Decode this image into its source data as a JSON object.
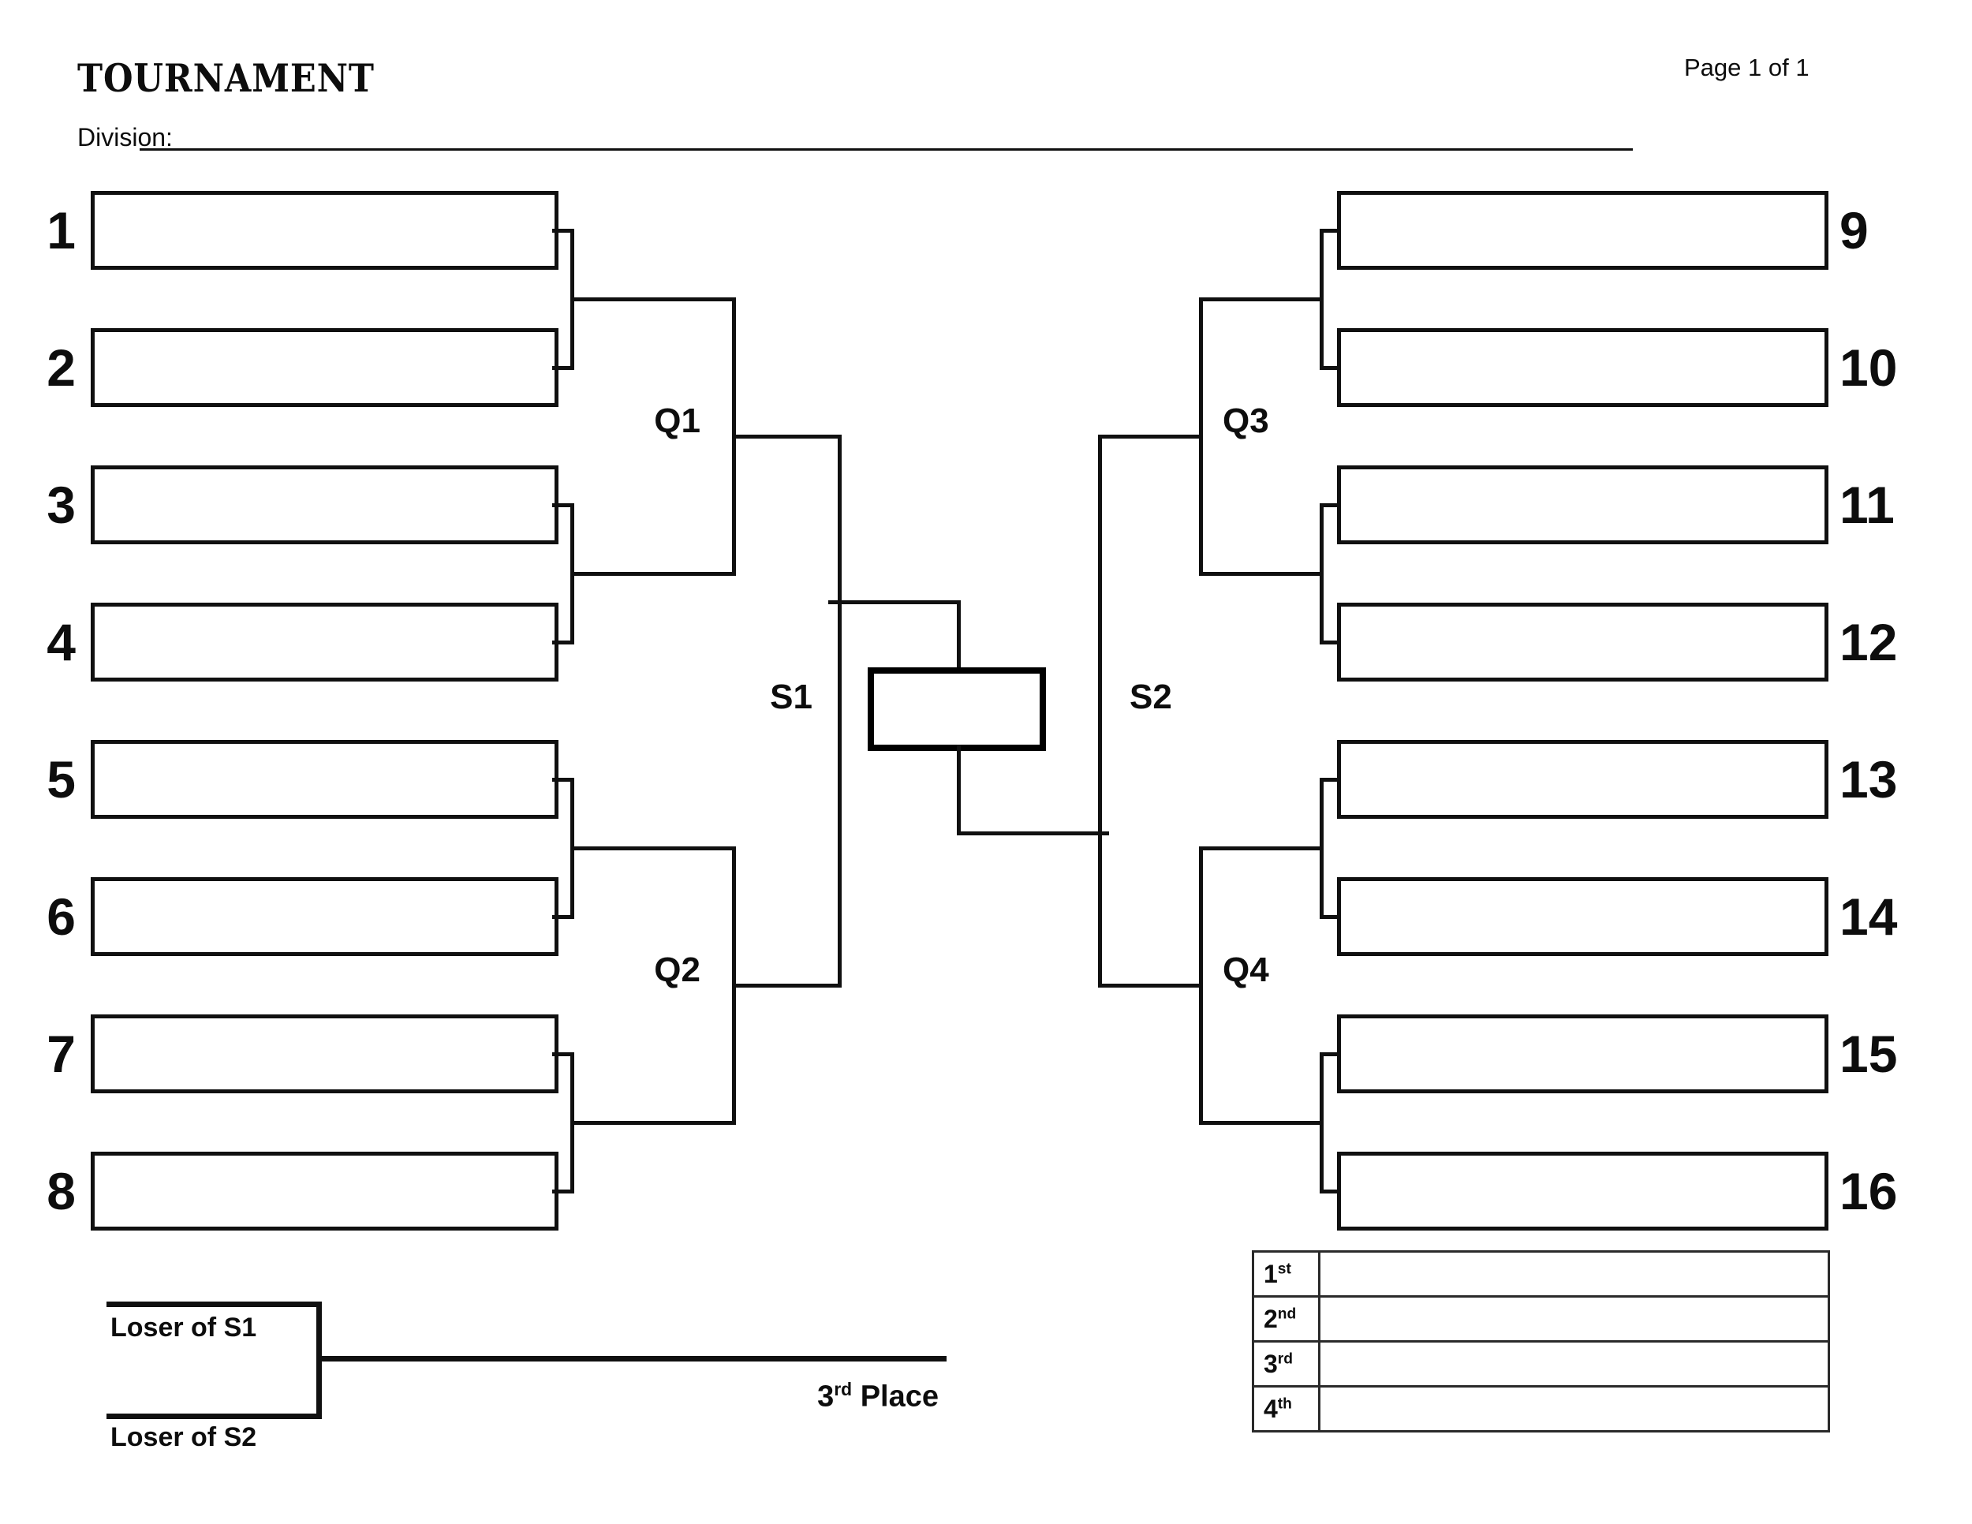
{
  "header": {
    "title": "TOURNAMENT",
    "page": "Page 1 of 1",
    "division_label": "Division:"
  },
  "labels": {
    "q1": "Q1",
    "q2": "Q2",
    "q3": "Q3",
    "q4": "Q4",
    "s1": "S1",
    "s2": "S2"
  },
  "left_seeds": [
    "1",
    "2",
    "3",
    "4",
    "5",
    "6",
    "7",
    "8"
  ],
  "right_seeds": [
    "9",
    "10",
    "11",
    "12",
    "13",
    "14",
    "15",
    "16"
  ],
  "third_place": {
    "loser_s1": "Loser of S1",
    "loser_s2": "Loser of S2",
    "num": "3",
    "sup": "rd",
    "rest": "Place"
  },
  "placing_table": {
    "rows": [
      {
        "num": "1",
        "sup": "st"
      },
      {
        "num": "2",
        "sup": "nd"
      },
      {
        "num": "3",
        "sup": "rd"
      },
      {
        "num": "4",
        "sup": "th"
      }
    ]
  }
}
